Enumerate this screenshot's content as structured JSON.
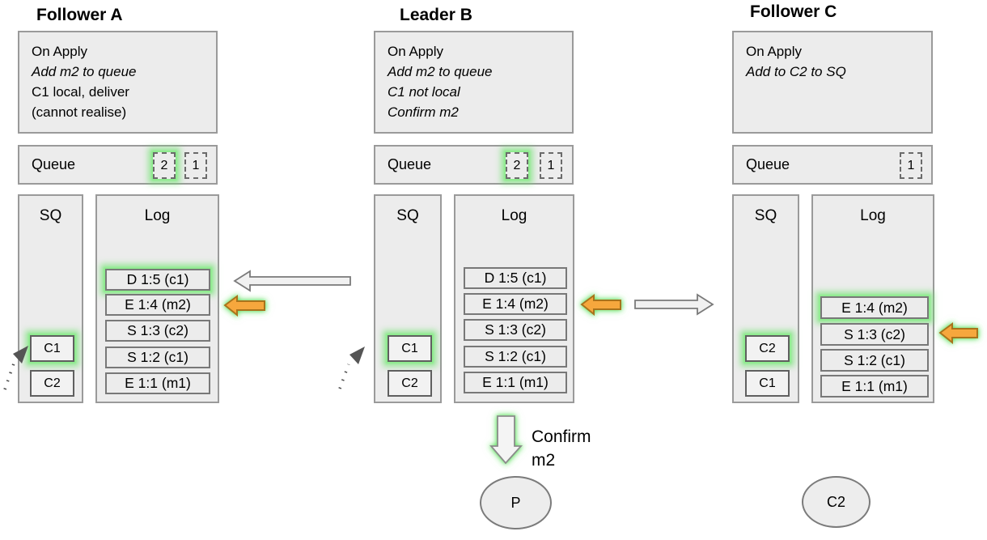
{
  "nodes": [
    {
      "title": "Follower A",
      "on_apply_lines": [
        "On Apply",
        "Add m2 to queue",
        "C1 local, deliver",
        "(cannot realise)"
      ],
      "queue_label": "Queue",
      "queue_items": [
        {
          "value": "2",
          "highlighted": true
        },
        {
          "value": "1",
          "highlighted": false
        }
      ],
      "sq_label": "SQ",
      "sq_items": [
        {
          "value": "C1",
          "highlighted": true
        },
        {
          "value": "C2",
          "highlighted": false
        }
      ],
      "log_label": "Log",
      "log_entries": [
        {
          "text": "D 1:5 (c1)",
          "highlighted": true
        },
        {
          "text": "E 1:4 (m2)",
          "highlighted": false
        },
        {
          "text": "S 1:3 (c2)",
          "highlighted": false
        },
        {
          "text": "S 1:2 (c1)",
          "highlighted": false
        },
        {
          "text": "E 1:1 (m1)",
          "highlighted": false
        }
      ]
    },
    {
      "title": "Leader B",
      "on_apply_lines": [
        "On Apply",
        "Add m2 to queue",
        "C1 not local",
        "Confirm m2"
      ],
      "queue_label": "Queue",
      "queue_items": [
        {
          "value": "2",
          "highlighted": true
        },
        {
          "value": "1",
          "highlighted": false
        }
      ],
      "sq_label": "SQ",
      "sq_items": [
        {
          "value": "C1",
          "highlighted": true
        },
        {
          "value": "C2",
          "highlighted": false
        }
      ],
      "log_label": "Log",
      "log_entries": [
        {
          "text": "D 1:5 (c1)",
          "highlighted": false
        },
        {
          "text": "E 1:4 (m2)",
          "highlighted": false
        },
        {
          "text": "S 1:3 (c2)",
          "highlighted": false
        },
        {
          "text": "S 1:2 (c1)",
          "highlighted": false
        },
        {
          "text": "E 1:1 (m1)",
          "highlighted": false
        }
      ]
    },
    {
      "title": "Follower C",
      "on_apply_lines": [
        "On Apply",
        "Add to C2 to SQ"
      ],
      "queue_label": "Queue",
      "queue_items": [
        {
          "value": "1",
          "highlighted": false
        }
      ],
      "sq_label": "SQ",
      "sq_items": [
        {
          "value": "C2",
          "highlighted": true
        },
        {
          "value": "C1",
          "highlighted": false
        }
      ],
      "log_label": "Log",
      "log_entries": [
        {
          "text": "E 1:4 (m2)",
          "highlighted": true
        },
        {
          "text": "S 1:3 (c2)",
          "highlighted": false
        },
        {
          "text": "S 1:2 (c1)",
          "highlighted": false
        },
        {
          "text": "E 1:1 (m1)",
          "highlighted": false
        }
      ]
    }
  ],
  "annotations": {
    "confirm_line1": "Confirm",
    "confirm_line2": "m2"
  },
  "processes": [
    {
      "label": "P"
    },
    {
      "label": "C2"
    }
  ],
  "arrows": [
    {
      "name": "replicate-arrow-b-to-a",
      "style": "gray-outline",
      "direction": "left",
      "highlighted": false
    },
    {
      "name": "apply-pointer-follower-a",
      "style": "orange",
      "direction": "left",
      "highlighted": true
    },
    {
      "name": "apply-pointer-leader-b",
      "style": "orange",
      "direction": "left",
      "highlighted": true
    },
    {
      "name": "replicate-arrow-b-to-c",
      "style": "gray-outline",
      "direction": "right",
      "highlighted": false
    },
    {
      "name": "apply-pointer-follower-c",
      "style": "orange",
      "direction": "left",
      "highlighted": true
    },
    {
      "name": "confirm-m2-arrow",
      "style": "gray-outline",
      "direction": "down",
      "highlighted": true
    },
    {
      "name": "sq-pointer-follower-a",
      "style": "dotted",
      "direction": "up-right",
      "highlighted": false
    },
    {
      "name": "sq-pointer-leader-b",
      "style": "dotted",
      "direction": "up-right",
      "highlighted": false
    }
  ],
  "colors": {
    "highlight_glow": "#66e266",
    "arrow_orange_fill": "#f6a73c",
    "arrow_orange_border": "#a8731f",
    "gray_arrow_fill": "#f1f1f1",
    "gray_arrow_border": "#7a7a7a",
    "box_fill": "#ececec",
    "box_border": "#9a9a9a",
    "text": "#000000"
  }
}
